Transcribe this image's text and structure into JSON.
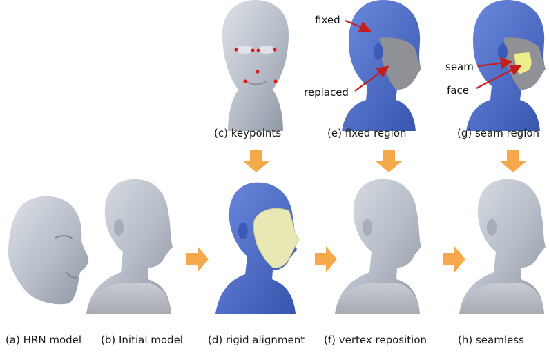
{
  "captions": {
    "a": "(a) HRN model",
    "b": "(b) Initial model",
    "c": "(c) keypoints",
    "d": "(d) rigid alignment",
    "e": "(e) fixed region",
    "f": "(f) vertex reposition",
    "g": "(g) seam region",
    "h": "(h) seamless"
  },
  "annotations": {
    "fixed": "fixed",
    "replaced": "replaced",
    "seam": "seam",
    "face": "face"
  },
  "colors": {
    "head_gray": "#b9c0cb",
    "region_blue": "#4f6fcf",
    "face_yellow": "#e8e8b4",
    "replaced_gray": "#8f9196",
    "seam_yellow": "#eeee88",
    "arrow_orange": "#f6a94a",
    "keypoint_red": "#e31a1a",
    "pointer_red": "#c41d1d"
  }
}
